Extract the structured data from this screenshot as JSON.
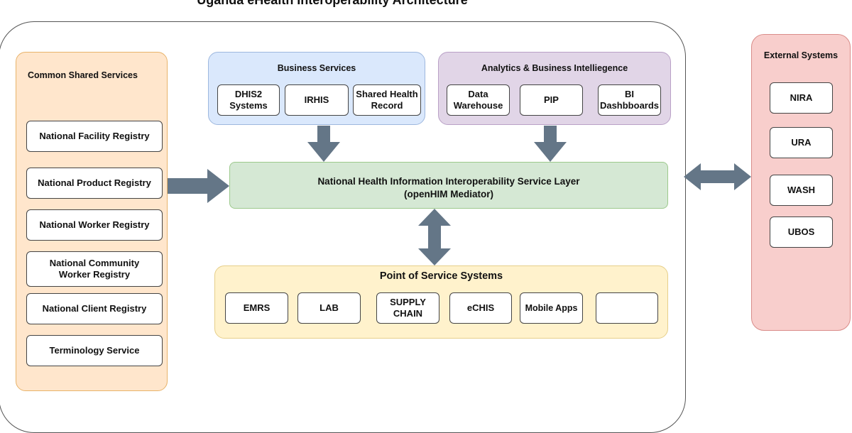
{
  "title": "Uganda eHealth Interoperability Architecture",
  "colors": {
    "arrow": "#647687",
    "shared": "#ffe6cc",
    "business": "#dae8fc",
    "analytics": "#e1d5e7",
    "layer": "#d5e8d4",
    "pos": "#fff2cc",
    "external": "#f8cecc"
  },
  "shared_services": {
    "title": "Common Shared Services",
    "items": [
      "National Facility Registry",
      "National Product Registry",
      "National Worker Registry",
      "National Community Worker Registry",
      "National Client Registry",
      "Terminology Service"
    ]
  },
  "business_services": {
    "title": "Business Services",
    "items": [
      "DHIS2 Systems",
      "IRHIS",
      "Shared Health Record"
    ]
  },
  "analytics": {
    "title": "Analytics & Business Intelliegence",
    "items": [
      "Data Warehouse",
      "PIP",
      "BI Dashbboards"
    ]
  },
  "service_layer": {
    "line1": "National Health Information Interoperability Service Layer",
    "line2": "(openHIM Mediator)"
  },
  "point_of_service": {
    "title": "Point of Service Systems",
    "items": [
      "EMRS",
      "LAB",
      "SUPPLY CHAIN",
      "eCHIS",
      "Mobile Apps",
      ""
    ]
  },
  "external_systems": {
    "title": "External Systems",
    "items": [
      "NIRA",
      "URA",
      "WASH",
      "UBOS"
    ]
  }
}
